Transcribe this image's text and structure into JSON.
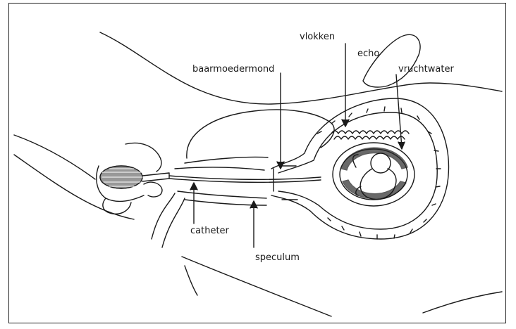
{
  "labels": {
    "vlokken": "vlokken",
    "echo": "echo",
    "vruchtwater": "vruchtwater",
    "baarmoedermond": "baarmoedermond",
    "catheter": "catheter",
    "speculum": "speculum"
  },
  "colors": {
    "line": "#1a1a1a",
    "background": "#ffffff",
    "frame": "#222222"
  }
}
